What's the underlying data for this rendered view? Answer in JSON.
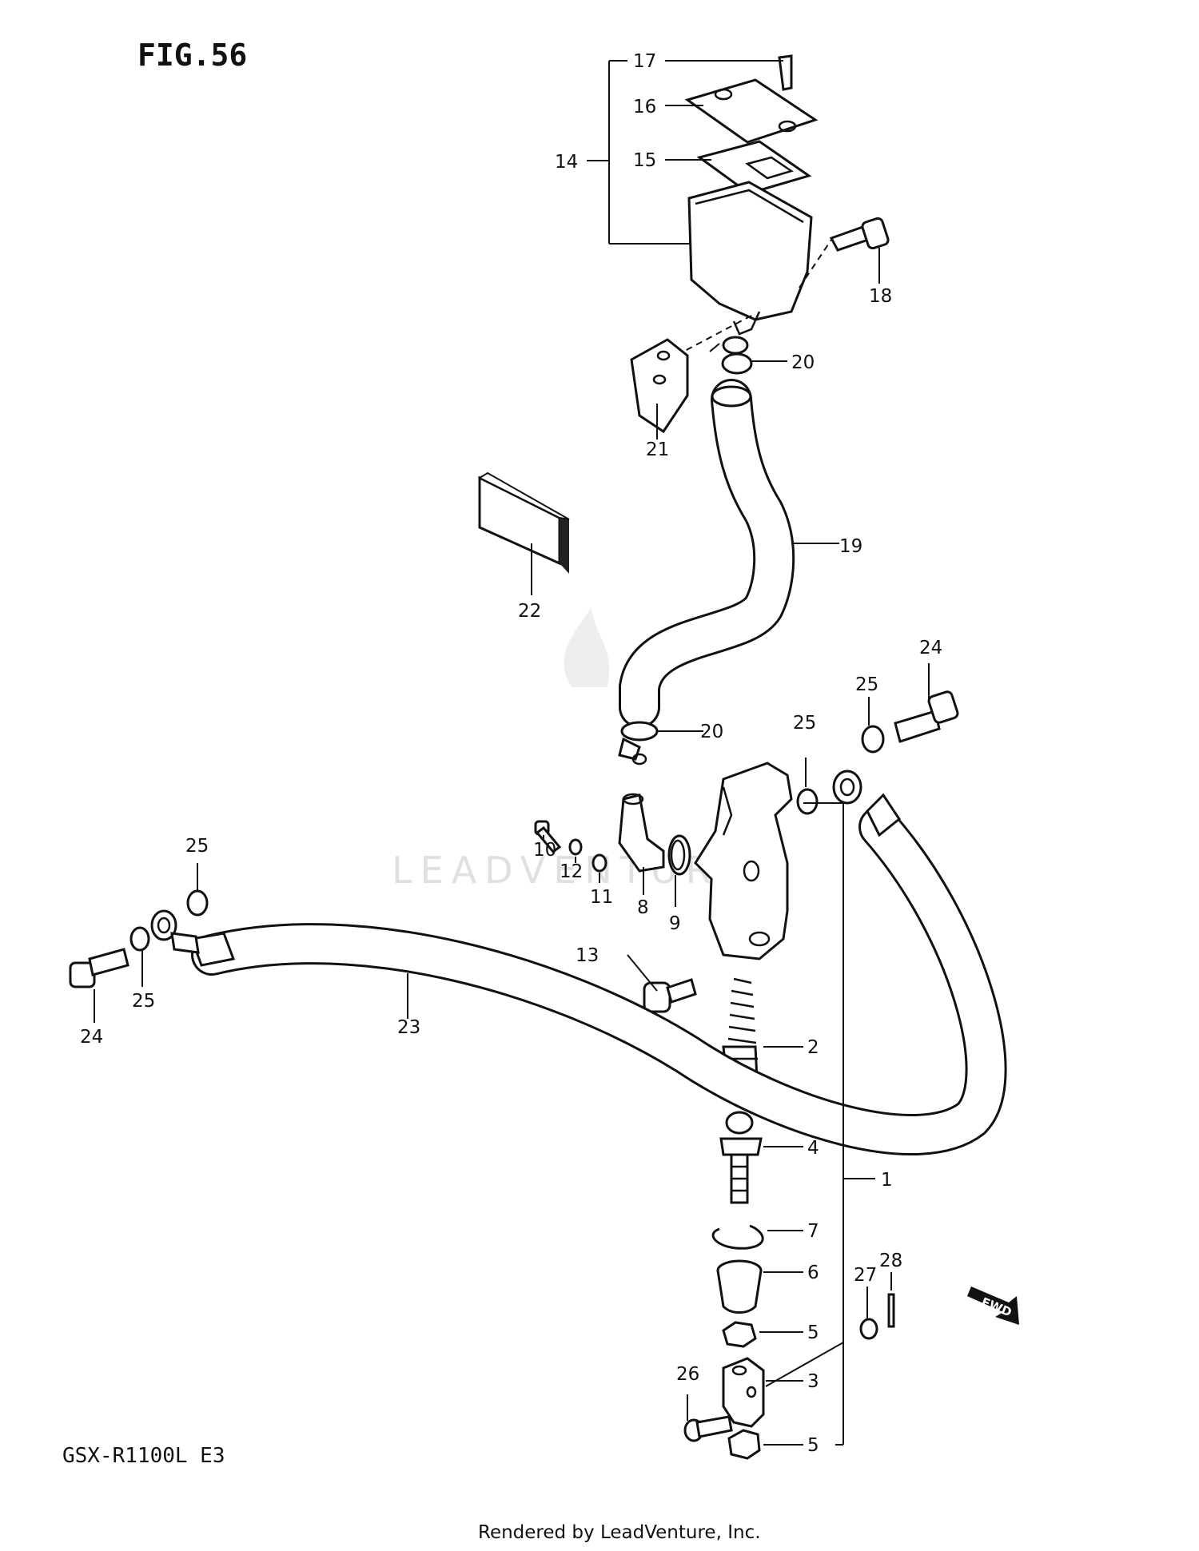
{
  "figure": {
    "title": "FIG.56",
    "model": "GSX-R1100L  E3",
    "footer": "Rendered by LeadVenture, Inc.",
    "watermark": "LEADVENTURE"
  },
  "callouts": {
    "c1": "1",
    "c2": "2",
    "c3": "3",
    "c4": "4",
    "c5a": "5",
    "c5b": "5",
    "c6": "6",
    "c7": "7",
    "c8": "8",
    "c9": "9",
    "c10": "10",
    "c11": "11",
    "c12": "12",
    "c13": "13",
    "c14": "14",
    "c15": "15",
    "c16": "16",
    "c17": "17",
    "c18": "18",
    "c19": "19",
    "c20a": "20",
    "c20b": "20",
    "c21": "21",
    "c22": "22",
    "c23": "23",
    "c24a": "24",
    "c24b": "24",
    "c25a": "25",
    "c25b": "25",
    "c25c": "25",
    "c25d": "25",
    "c26": "26",
    "c27": "27",
    "c28": "28"
  },
  "fwd_badge": "FWD"
}
